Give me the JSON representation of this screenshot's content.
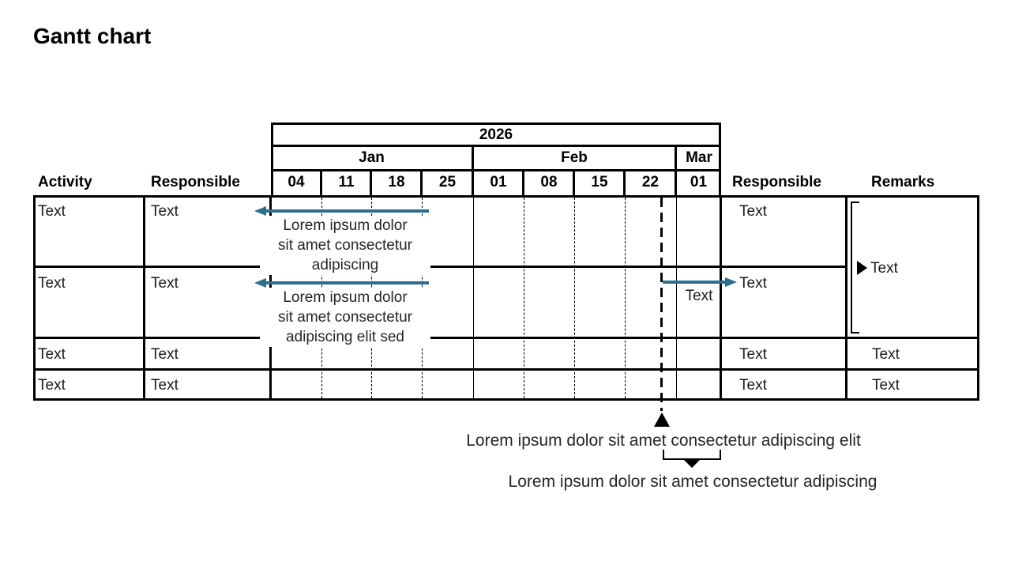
{
  "title": "Gantt chart",
  "colors": {
    "arrow": "#2E6E8E",
    "line": "#000000"
  },
  "header": {
    "activity_label": "Activity",
    "responsible_left_label": "Responsible",
    "responsible_right_label": "Responsible",
    "remarks_label": "Remarks",
    "year": "2026",
    "months": [
      {
        "label": "Jan",
        "dates": [
          "04",
          "11",
          "18",
          "25"
        ]
      },
      {
        "label": "Feb",
        "dates": [
          "01",
          "08",
          "15",
          "22"
        ]
      },
      {
        "label": "Mar",
        "dates": [
          "01"
        ]
      }
    ]
  },
  "rows": [
    {
      "activity": "Text",
      "responsible": "Text",
      "responsible_right": "Text",
      "bar_direction": "left",
      "bar_label": "Lorem ipsum dolor\nsit amet consectetur\nadipiscing"
    },
    {
      "activity": "Text",
      "responsible": "Text",
      "responsible_right": "Text",
      "bar_direction": "left",
      "bar_label": "Lorem ipsum dolor\nsit amet consectetur\nadipiscing elit sed",
      "milestone_arrow_direction": "right",
      "milestone_label": "Text"
    },
    {
      "activity": "Text",
      "responsible": "Text",
      "responsible_right": "Text",
      "remarks": "Text"
    },
    {
      "activity": "Text",
      "responsible": "Text",
      "responsible_right": "Text",
      "remarks": "Text"
    }
  ],
  "group_remark": {
    "label": "Text",
    "rows_spanned": "1-2"
  },
  "timeline_notes": {
    "above": "Lorem ipsum dolor sit amet consectetur adipiscing elit",
    "below": "Lorem ipsum dolor sit amet consectetur adipiscing"
  },
  "chart_data": {
    "type": "table",
    "title": "Gantt chart",
    "year": "2026",
    "columns": [
      "Jan 04",
      "Jan 11",
      "Jan 18",
      "Jan 25",
      "Feb 01",
      "Feb 08",
      "Feb 15",
      "Feb 22",
      "Mar 01"
    ],
    "tasks": [
      {
        "activity": "Text",
        "responsible": "Text",
        "responsible_right": "Text",
        "bar": {
          "shape": "left-arrow",
          "span": "extends left from ~Jan 25 past chart start",
          "label": "Lorem ipsum dolor sit amet consectetur adipiscing"
        }
      },
      {
        "activity": "Text",
        "responsible": "Text",
        "responsible_right": "Text",
        "bar": {
          "shape": "left-arrow",
          "span": "extends left from ~Jan 25 past chart start",
          "label": "Lorem ipsum dolor sit amet consectetur adipiscing elit sed"
        },
        "milestone": {
          "shape": "right-arrow",
          "span": "from dashed line (~late Feb) to Responsible column",
          "label": "Text"
        }
      },
      {
        "activity": "Text",
        "responsible": "Text",
        "responsible_right": "Text",
        "remarks": "Text"
      },
      {
        "activity": "Text",
        "responsible": "Text",
        "responsible_right": "Text",
        "remarks": "Text"
      }
    ],
    "group_remark": {
      "label": "Text",
      "rows_spanned": "1-2"
    },
    "reference_line": {
      "style": "bold dashed vertical",
      "position": "between Feb 22 and Mar 01"
    },
    "annotations": [
      "Lorem ipsum dolor sit amet consectetur adipiscing elit",
      "Lorem ipsum dolor sit amet consectetur adipiscing"
    ],
    "legend_position": "none",
    "grid": "weekly dashed verticals, monthly solid verticals"
  }
}
